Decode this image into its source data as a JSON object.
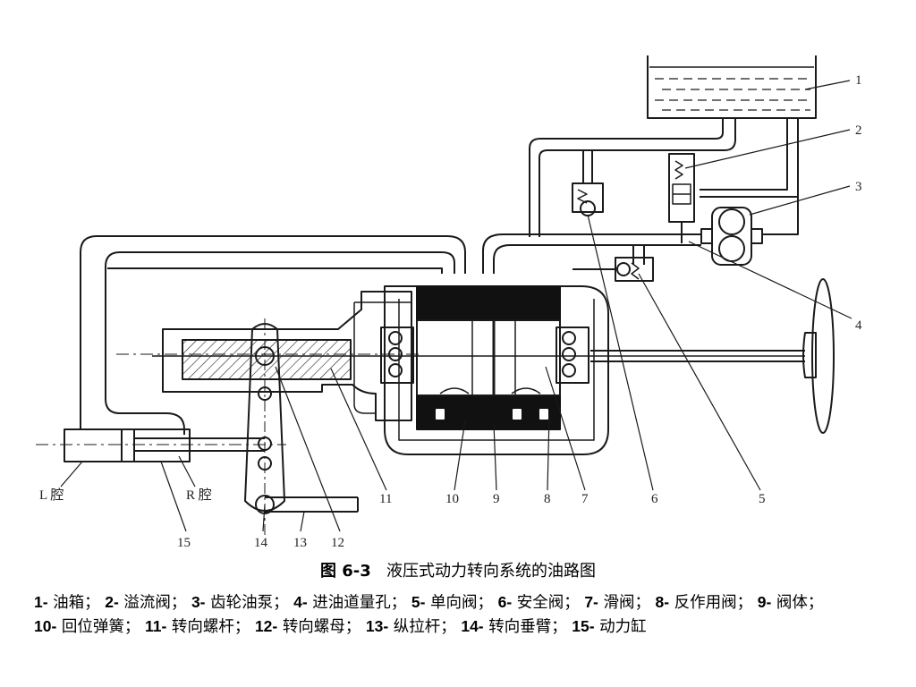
{
  "figure": {
    "caption_number": "图 6-3",
    "caption_title": "液压式动力转向系统的油路图"
  },
  "callouts": [
    "1",
    "2",
    "3",
    "4",
    "5",
    "6",
    "7",
    "8",
    "9",
    "10",
    "11",
    "12",
    "13",
    "14",
    "15"
  ],
  "chambers": {
    "left": "L 腔",
    "right": "R 腔"
  },
  "legend": [
    {
      "num": "1-",
      "name": "油箱；"
    },
    {
      "num": "2-",
      "name": "溢流阀；"
    },
    {
      "num": "3-",
      "name": "齿轮油泵；"
    },
    {
      "num": "4-",
      "name": "进油道量孔；"
    },
    {
      "num": "5-",
      "name": "单向阀；"
    },
    {
      "num": "6-",
      "name": "安全阀；"
    },
    {
      "num": "7-",
      "name": "滑阀；"
    },
    {
      "num": "8-",
      "name": "反作用阀；"
    },
    {
      "num": "9-",
      "name": "阀体；"
    },
    {
      "num": "10-",
      "name": "回位弹簧；"
    },
    {
      "num": "11-",
      "name": "转向螺杆；"
    },
    {
      "num": "12-",
      "name": "转向螺母；"
    },
    {
      "num": "13-",
      "name": "纵拉杆；"
    },
    {
      "num": "14-",
      "name": "转向垂臂；"
    },
    {
      "num": "15-",
      "name": "动力缸"
    }
  ]
}
